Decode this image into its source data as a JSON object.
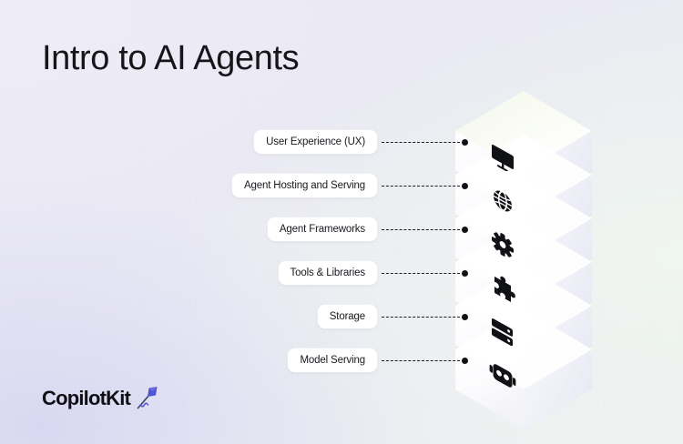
{
  "slide": {
    "title": "Intro to AI Agents",
    "background_color": "#eceaf5",
    "accent_color": "#4f46e5",
    "text_color": "#15161a"
  },
  "brand": {
    "name": "CopilotKit",
    "logo_icon": "kite-icon",
    "logo_color": "#4f53d4"
  },
  "diagram": {
    "type": "layered-stack",
    "layer_count": 6,
    "layers": [
      {
        "label": "User Experience (UX)",
        "icon": "monitor-icon",
        "order": 1
      },
      {
        "label": "Agent Hosting and Serving",
        "icon": "globe-network-icon",
        "order": 2
      },
      {
        "label": "Agent Frameworks",
        "icon": "gear-icon",
        "order": 3
      },
      {
        "label": "Tools & Libraries",
        "icon": "puzzle-piece-icon",
        "order": 4
      },
      {
        "label": "Storage",
        "icon": "database-icon",
        "order": 5
      },
      {
        "label": "Model Serving",
        "icon": "robot-icon",
        "order": 6
      }
    ]
  }
}
